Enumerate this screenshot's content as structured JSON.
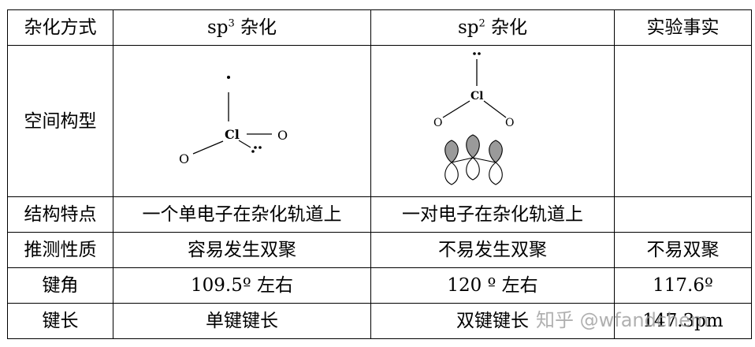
{
  "header": {
    "col0": "杂化方式",
    "col1_prefix": "sp",
    "col1_sup": "3",
    "col1_suffix": " 杂化",
    "col2_prefix": "sp",
    "col2_sup": "2",
    "col2_suffix": " 杂化",
    "col3": "实验事实"
  },
  "shape_row": {
    "label": "空间构型",
    "sp3_atoms": {
      "central": "Cl",
      "oxygen_1": "O",
      "oxygen_2": "O"
    },
    "sp2_atoms": {
      "central": "Cl",
      "oxygen_1": "O",
      "oxygen_2": "O"
    }
  },
  "rows": [
    {
      "label": "结构特点",
      "sp3": "一个单电子在杂化轨道上",
      "sp2": "一对电子在杂化轨道上",
      "fact": ""
    },
    {
      "label": "推测性质",
      "sp3": "容易发生双聚",
      "sp2": "不易发生双聚",
      "fact": "不易双聚"
    },
    {
      "label": "键角",
      "sp3": "109.5º  左右",
      "sp2": "120 º  左右",
      "fact": "117.6º"
    },
    {
      "label": "键长",
      "sp3": "单键键长",
      "sp2": "双键键长",
      "fact": "147.3pm"
    }
  ],
  "watermark": "知乎 @wfandchem"
}
